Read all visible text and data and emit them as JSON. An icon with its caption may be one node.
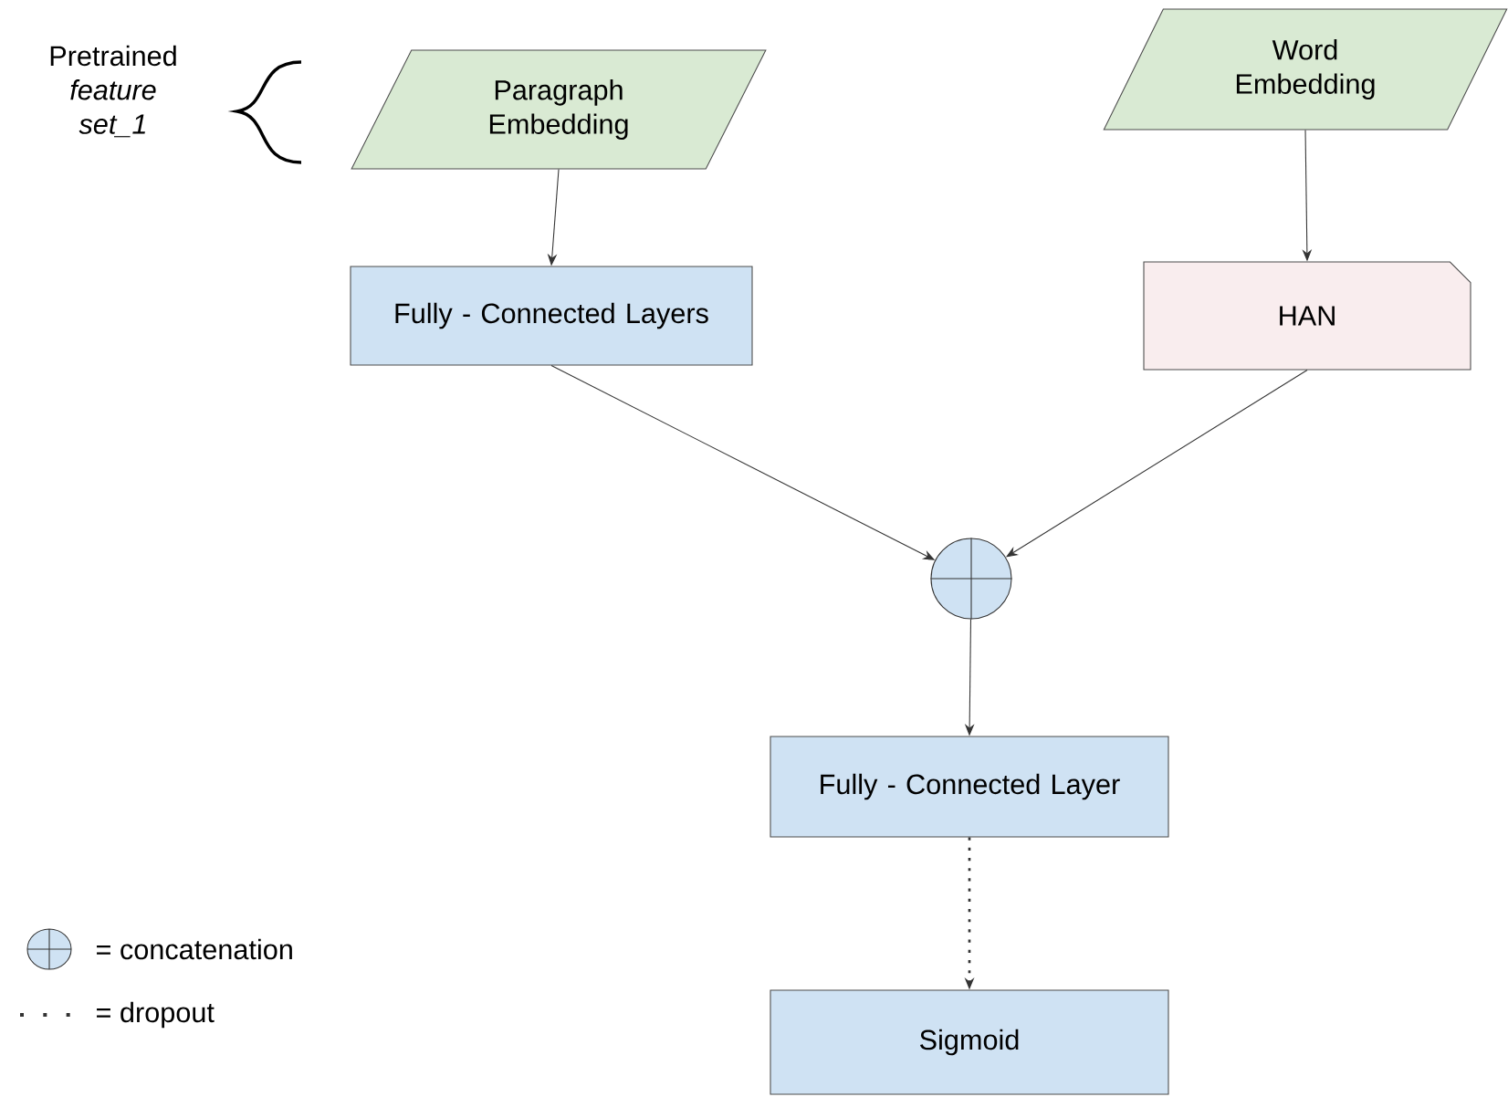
{
  "diagram": {
    "nodes": [
      {
        "text": [
          "Paragraph Embedding"
        ]
      },
      {
        "text": [
          "Word Embedding"
        ]
      },
      {
        "text": [
          "Fully - Connected Layers"
        ]
      },
      {
        "text": [
          "HAN"
        ]
      },
      {
        "text": [],
        "shape": "circle"
      },
      {
        "text": [
          "Fully - Connected Layer"
        ]
      },
      {
        "text": [
          "Sigmoid"
        ]
      }
    ],
    "edges": [
      {
        "from": 0,
        "to": 2,
        "arrow": "to"
      },
      {
        "from": 1,
        "to": 3,
        "arrow": "to"
      },
      {
        "from": 2,
        "to": 4,
        "arrow": "to"
      },
      {
        "from": 3,
        "to": 4,
        "arrow": "to"
      },
      {
        "from": 4,
        "to": 5,
        "arrow": "to"
      },
      {
        "from": 5,
        "to": 6,
        "arrow": "to",
        "style": "dashed"
      }
    ],
    "labels": [
      "Pretrained *feature set_1*"
    ],
    "legend": [
      {
        "text": "= concatenation"
      },
      {
        "text": "= dropout"
      }
    ]
  }
}
